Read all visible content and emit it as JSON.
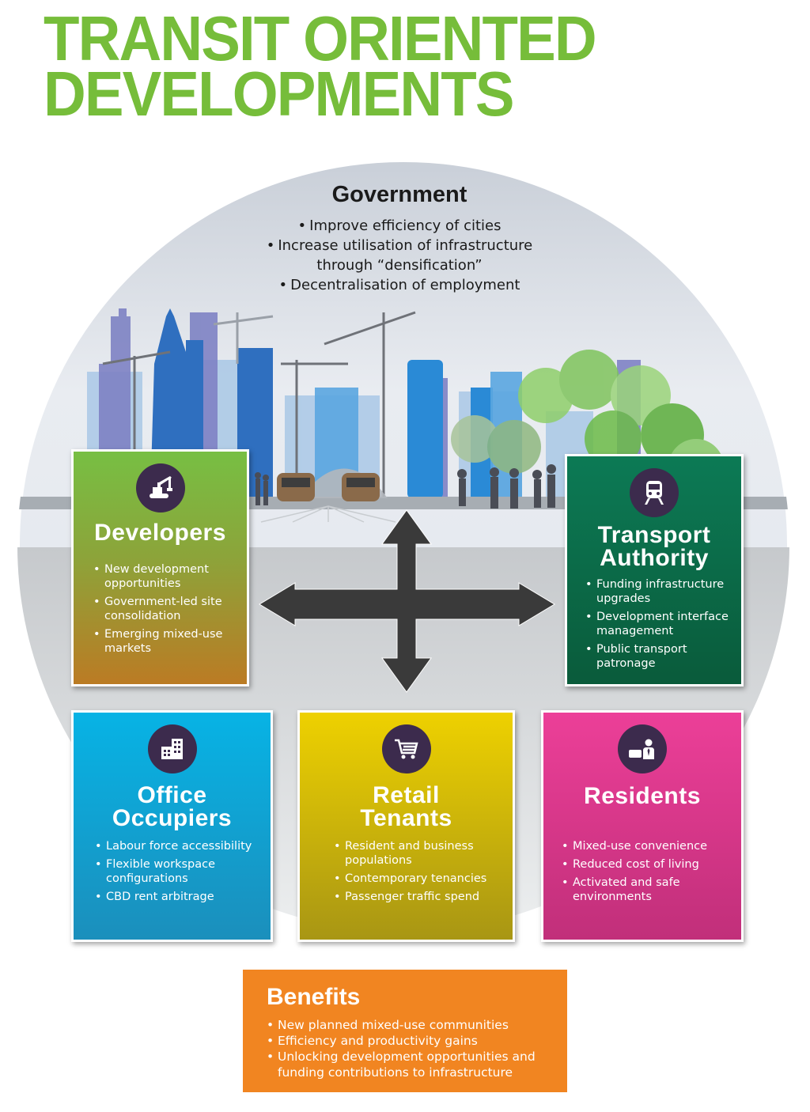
{
  "title": {
    "line1": "TRANSIT ORIENTED",
    "line2": "DEVELOPMENTS"
  },
  "government": {
    "heading": "Government",
    "points": [
      "Improve efficiency of cities",
      "Increase utilisation of infrastructure",
      "through “densification”",
      "Decentralisation of employment"
    ]
  },
  "cards": {
    "developers": {
      "icon": "crane-excavator-icon",
      "heading": "Developers",
      "points": [
        "New development opportunities",
        "Government-led site consolidation",
        "Emerging mixed-use markets"
      ]
    },
    "transport": {
      "icon": "train-icon",
      "heading_line1": "Transport",
      "heading_line2": "Authority",
      "points": [
        "Funding infrastructure upgrades",
        "Development interface management",
        "Public transport patronage"
      ]
    },
    "office": {
      "icon": "office-building-icon",
      "heading_line1": "Office",
      "heading_line2": "Occupiers",
      "points": [
        "Labour force accessibility",
        "Flexible workspace configurations",
        "CBD rent arbitrage"
      ]
    },
    "retail": {
      "icon": "shopping-cart-icon",
      "heading_line1": "Retail",
      "heading_line2": "Tenants",
      "points": [
        "Resident and business populations",
        "Contemporary tenancies",
        "Passenger traffic spend"
      ]
    },
    "residents": {
      "icon": "resident-person-icon",
      "heading": "Residents",
      "points": [
        "Mixed-use convenience",
        "Reduced cost of living",
        "Activated and safe environments"
      ]
    }
  },
  "benefits": {
    "heading": "Benefits",
    "points": [
      "New planned  mixed-use communities",
      "Efficiency and productivity gains",
      "Unlocking development opportunities and funding contributions to infrastructure"
    ]
  },
  "colors": {
    "title": "#76bd3a",
    "developers": "#77bf43",
    "transport": "#0c7a55",
    "office": "#07b3e5",
    "retail": "#eed100",
    "residents": "#ec3f98",
    "benefits": "#f18521",
    "icon_circle": "#3c2b4d",
    "arrows": "#3a3a3a"
  }
}
